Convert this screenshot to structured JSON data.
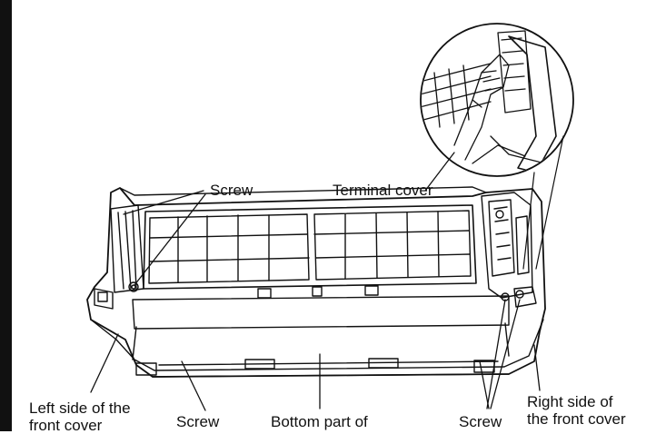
{
  "labels": {
    "screw_top": "Screw",
    "terminal_cover": "Terminal cover",
    "left_side": "Left side of the front cover",
    "screw_bottom_left": "Screw",
    "bottom_part": "Bottom part of",
    "screw_bottom_right": "Screw",
    "right_side_line1": "Right side of",
    "right_side_line2": "the front cover"
  },
  "colors": {
    "ink": "#111111",
    "background": "#ffffff"
  }
}
